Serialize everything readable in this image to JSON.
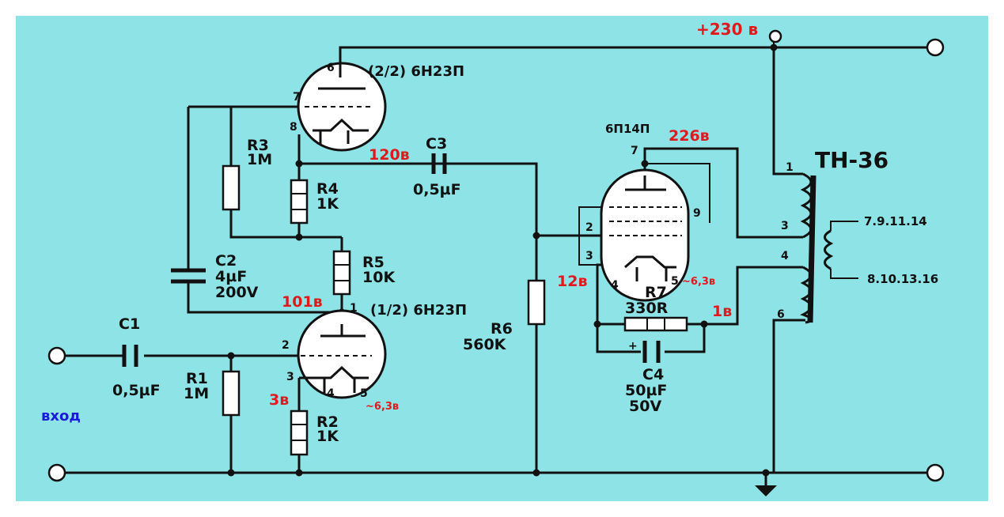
{
  "colors": {
    "background": "#8ee3e6",
    "wire": "#111111",
    "voltage": "#e0191d",
    "input_label": "#1a1adb"
  },
  "labels": {
    "supply": "+230 в",
    "tube_top": "(2/2) 6Н23П",
    "tube_bottom": "(1/2) 6Н23П",
    "tube_power": "6П14П",
    "transformer": "ТН-36",
    "input": "вход",
    "r1": "R1",
    "r1_val": "1M",
    "r2": "R2",
    "r2_val": "1K",
    "r3": "R3",
    "r3_val": "1M",
    "r4": "R4",
    "r4_val": "1K",
    "r5": "R5",
    "r5_val": "10K",
    "r6": "R6",
    "r6_val": "560K",
    "r7": "R7",
    "r7_val": "330R",
    "c1": "C1",
    "c1_val": "0,5µF",
    "c2": "C2",
    "c2_val1": "4µF",
    "c2_val2": "200V",
    "c3": "C3",
    "c3_val": "0,5µF",
    "c4": "C4",
    "c4_val1": "50µF",
    "c4_val2": "50V",
    "v_120": "120в",
    "v_101": "101в",
    "v_3": "3в",
    "v_226": "226в",
    "v_12": "12в",
    "v_1": "1в",
    "heater_top": "~6,3в",
    "heater_bottom": "~6,3в"
  },
  "pins": {
    "t2_6": "6",
    "t2_7": "7",
    "t2_8": "8",
    "t1_1": "1",
    "t1_2": "2",
    "t1_3": "3",
    "t1_4": "4",
    "t1_5": "5",
    "p_7": "7",
    "p_9": "9",
    "p_2": "2",
    "p_3": "3",
    "p_4": "4",
    "p_5": "5",
    "tr_1": "1",
    "tr_3": "3",
    "tr_4": "4",
    "tr_6": "6",
    "tr_sec1": "7.9.11.14",
    "tr_sec2": "8.10.13.16"
  }
}
